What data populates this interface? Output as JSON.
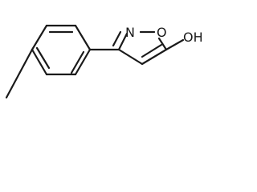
{
  "molecule": {
    "atoms": {
      "N": "N",
      "O": "O",
      "OH": "OH"
    }
  }
}
